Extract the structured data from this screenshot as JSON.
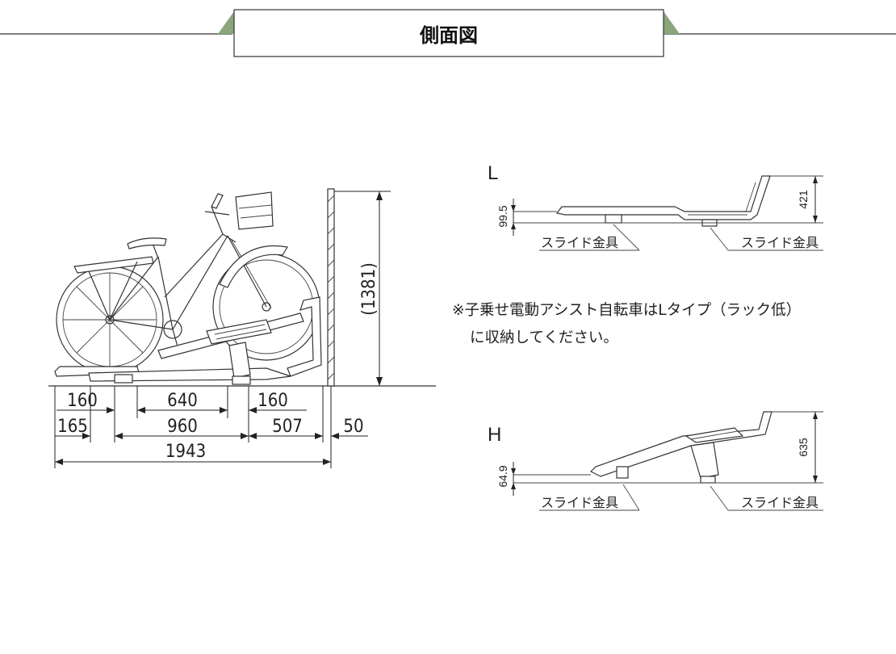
{
  "title": "側面図",
  "main_view": {
    "height_dim": "(1381)",
    "dims": {
      "top_left": "160",
      "top_mid": "640",
      "top_right": "160",
      "mid_left": "165",
      "mid_mid": "960",
      "mid_right": "507",
      "wall": "50",
      "total": "1943"
    }
  },
  "type_l": {
    "letter": "L",
    "left_dim": "99.5",
    "right_dim": "421",
    "left_label": "スライド金具",
    "right_label": "スライド金具"
  },
  "type_h": {
    "letter": "H",
    "left_dim": "64.9",
    "right_dim": "635",
    "left_label": "スライド金具",
    "right_label": "スライド金具"
  },
  "note": {
    "line1": "※子乗せ電動アシスト自転車はLタイプ（ラック低）",
    "line2": "に収納してください。"
  },
  "colors": {
    "title_tab_accent": "#8aa67a",
    "line": "#333333"
  }
}
